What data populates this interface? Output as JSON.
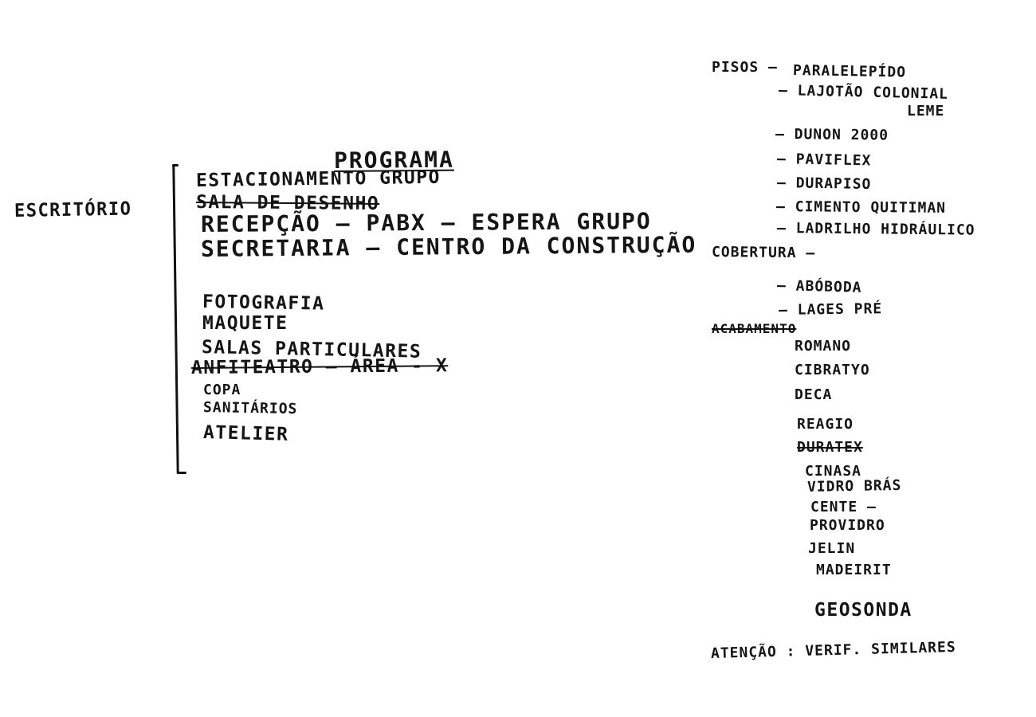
{
  "left_section": {
    "label": "ESCRITÓRIO",
    "program_title": "PROGRAMA",
    "items": [
      "ESTACIONAMENTO GRUPO",
      "SALA DE DESENHO",
      "RECEPÇÃO — PABX — ESPERA GRUPO",
      "SECRETARIA — CENTRO DA CONSTRUÇÃO",
      "FOTOGRAFIA",
      "MAQUETE",
      "SALAS PARTICULARES",
      "ANFITEATRO — ÁREA - X",
      "COPA",
      "SANITÁRIOS",
      "ATELIER"
    ]
  },
  "right_section": {
    "pisos_label": "PISOS —",
    "pisos": [
      "PARALELEPÍDO",
      "— LAJOTÃO COLONIAL",
      "LEME",
      "— DUNON 2000",
      "— PAVIFLEX",
      "— DURAPISO",
      "— CIMENTO QUITIMAN",
      "— LADRILHO HIDRÁULICO"
    ],
    "cobertura_label": "COBERTURA —",
    "cobertura": [
      "— ABÓBODA",
      "— LAGES PRÉ"
    ],
    "acabamento_label": "ACABAMENTO",
    "acabamento": [
      "ROMANO",
      "CIBRATYO",
      "DECA",
      "REAGIO",
      "DURATEX",
      "CINASA",
      "VIDRO BRÁS",
      "CENTE —",
      "PROVIDRO",
      "JELIN",
      "MADEIRIT",
      "GEOSONDA"
    ],
    "note": "ATENÇÃO : VERIF. SIMILARES"
  }
}
